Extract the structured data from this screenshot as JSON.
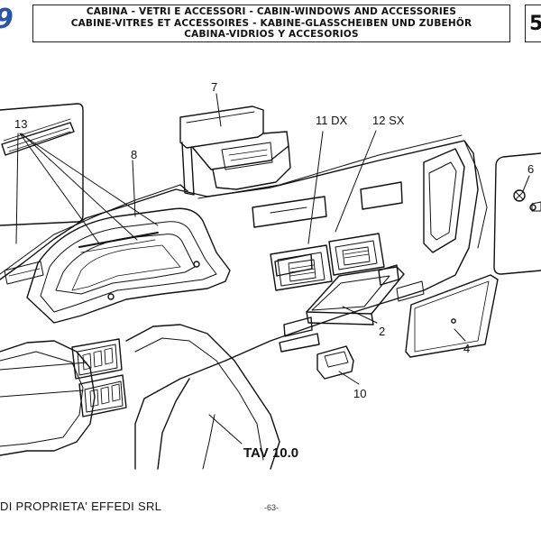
{
  "header": {
    "page_number_left": "9",
    "page_number_right": "5",
    "title_lines": [
      "CABINA - VETRI E ACCESSORI - CABIN-WINDOWS AND ACCESSORIES",
      "CABINE-VITRES ET ACCESSOIRES - KABINE-GLASSCHEIBEN UND ZUBEHÖR",
      "CABINA-VIDRIOS Y ACCESORIOS"
    ]
  },
  "callouts": {
    "c13": "13",
    "c7": "7",
    "c8": "8",
    "c11": "11 DX",
    "c12": "12 SX",
    "c6": "6",
    "c2": "2",
    "c4": "4",
    "c10": "10"
  },
  "table_label": "TAV 10.0",
  "footer": {
    "ownership": "DI PROPRIETA' EFFEDI SRL",
    "page": "-63-"
  }
}
